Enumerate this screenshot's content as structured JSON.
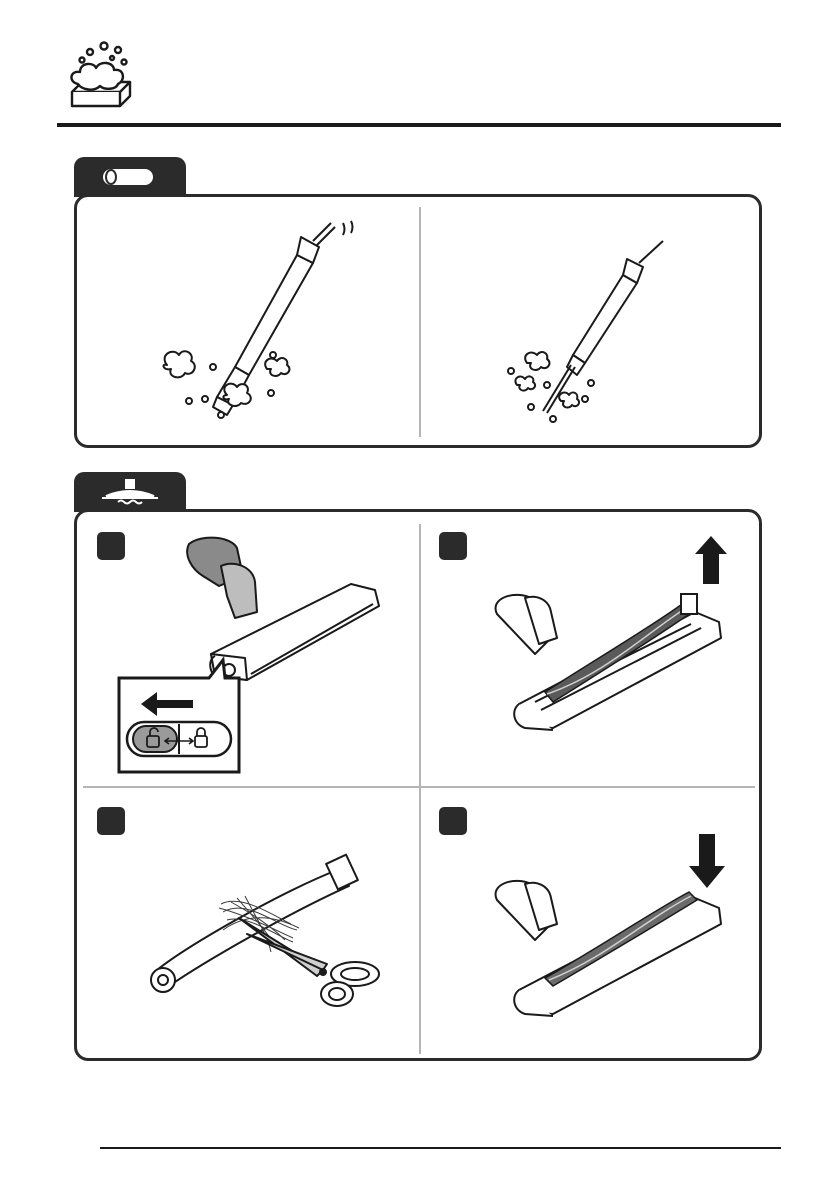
{
  "page": {
    "header": {
      "icon": "soap-bubbles-icon"
    },
    "sections": [
      {
        "id": "pipe",
        "icon": "pipe-icon",
        "illustrations": [
          "pipe-cleaning-left",
          "pipe-cleaning-right"
        ]
      },
      {
        "id": "brush",
        "icon": "power-nozzle-icon",
        "steps": [
          {
            "illustration": "nozzle-lock-release",
            "icon": "lock-switch-icon"
          },
          {
            "illustration": "brush-roll-removal",
            "icon": "arrow-up-icon"
          },
          {
            "illustration": "cutting-hair-from-brush",
            "icon": "scissors-icon"
          },
          {
            "illustration": "brush-roll-insertion",
            "icon": "arrow-down-icon"
          }
        ]
      }
    ]
  }
}
